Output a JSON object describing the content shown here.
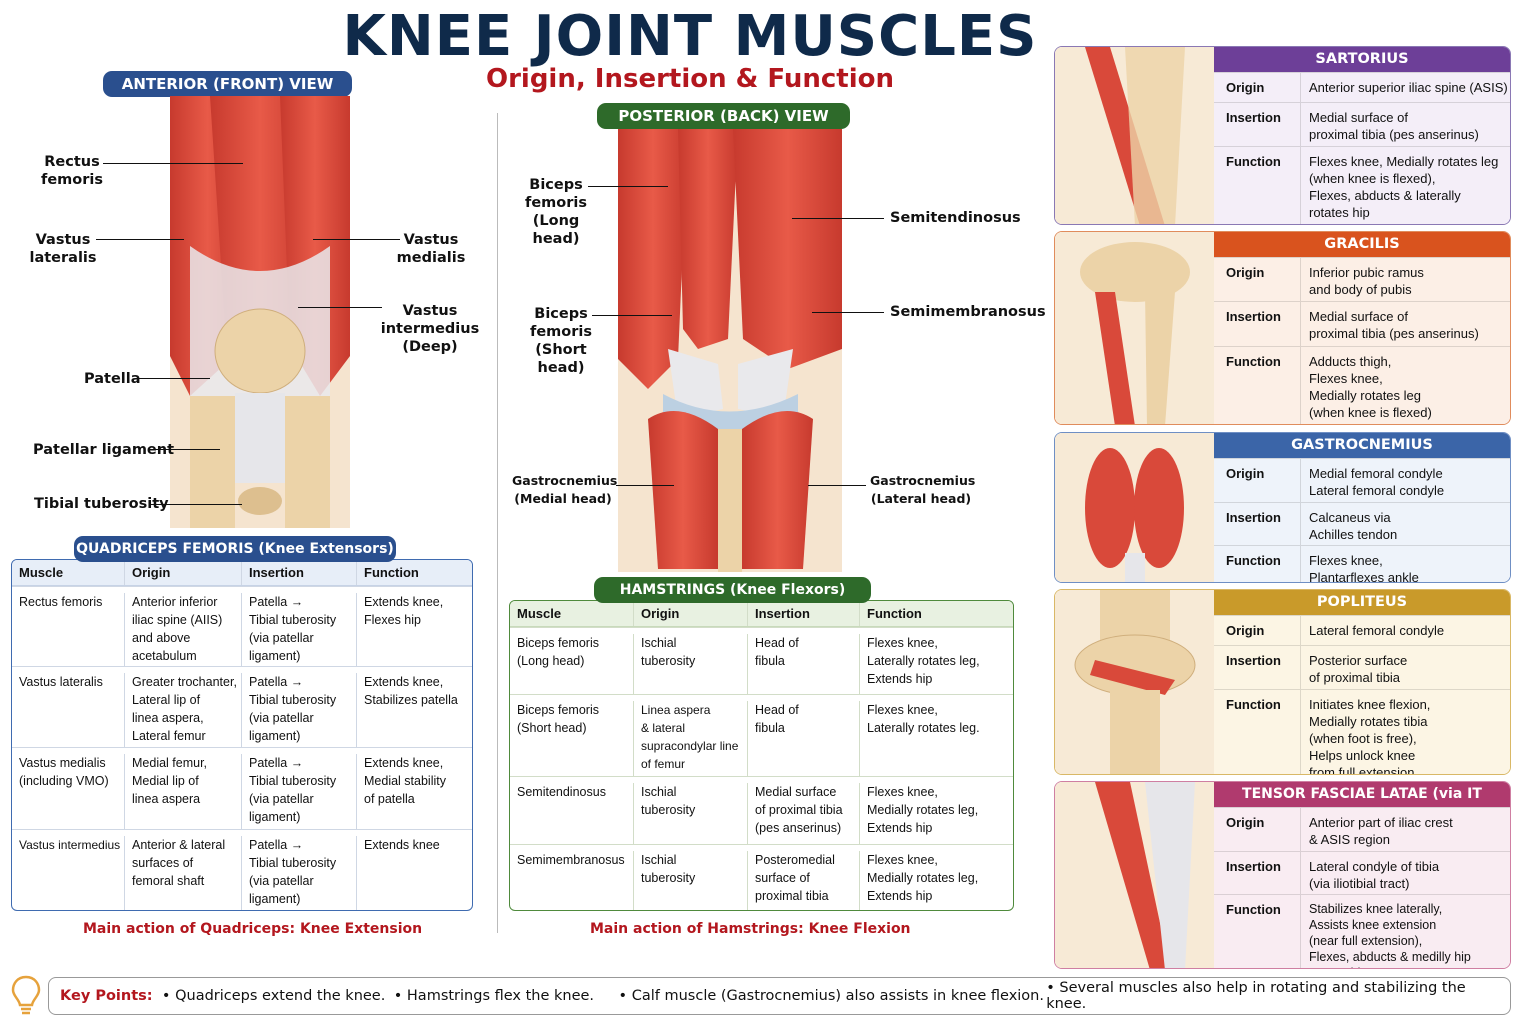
{
  "header": {
    "title": "KNEE JOINT MUSCLES",
    "subtitle": "Origin, Insertion & Function"
  },
  "anterior": {
    "view_label": "ANTERIOR (FRONT) VIEW",
    "labels": {
      "rectus": "Rectus\nfemoris",
      "vlat": "Vastus\nlateralis",
      "vmed": "Vastus\nmedialis",
      "vint": "Vastus\nintermedius\n(Deep)",
      "patella": "Patella",
      "patlig": "Patellar ligament",
      "tibtub": "Tibial tuberosity"
    }
  },
  "posterior": {
    "view_label": "POSTERIOR (BACK) VIEW",
    "labels": {
      "bflong": "Biceps\nfemoris\n(Long head)",
      "bfshort": "Biceps\nfemoris\n(Short head)",
      "semit": "Semitendinosus",
      "semim": "Semimembranosus",
      "gmed": "Gastrocnemius\n(Medial head)",
      "glat": "Gastrocnemius\n(Lateral head)"
    }
  },
  "quad_table": {
    "title": "QUADRICEPS FEMORIS (Knee Extensors)",
    "headers": [
      "Muscle",
      "Origin",
      "Insertion",
      "Function"
    ],
    "rows": [
      [
        "Rectus femoris",
        "Anterior inferior\niliac spine (AIIS)\nand above\nacetabulum",
        "Patella →\nTibial tuberosity\n(via patellar\nligament)",
        "Extends knee,\nFlexes hip"
      ],
      [
        "Vastus lateralis",
        "Greater trochanter,\nLateral lip of\nlinea aspera,\nLateral femur",
        "Patella →\nTibial tuberosity\n(via patellar\nligament)",
        "Extends knee,\nStabilizes patella"
      ],
      [
        "Vastus medialis\n(including VMO)",
        "Medial femur,\nMedial lip of\nlinea aspera",
        "Patella →\nTibial tuberosity\n(via patellar\nligament)",
        "Extends knee,\nMedial stability\nof patella"
      ],
      [
        "Vastus intermedius",
        "Anterior & lateral\nsurfaces of\nfemoral shaft",
        "Patella →\nTibial tuberosity\n(via patellar\nligament)",
        "Extends knee"
      ]
    ],
    "caption": "Main action of Quadriceps: Knee Extension"
  },
  "ham_table": {
    "title": "HAMSTRINGS (Knee Flexors)",
    "headers": [
      "Muscle",
      "Origin",
      "Insertion",
      "Function"
    ],
    "rows": [
      [
        "Biceps femoris\n(Long head)",
        "Ischial\ntuberosity",
        "Head of\nfibula",
        "Flexes knee,\nLaterally rotates leg,\nExtends hip"
      ],
      [
        "Biceps femoris\n(Short head)",
        "Linea aspera\n& lateral\nsupracondylar line\nof femur",
        "Head of\nfibula",
        "Flexes knee,\nLaterally rotates leg."
      ],
      [
        "Semitendinosus",
        "Ischial\ntuberosity",
        "Medial surface\nof proximal tibia\n(pes anserinus)",
        "Flexes knee,\nMedially rotates leg,\nExtends hip"
      ],
      [
        "Semimembranosus",
        "Ischial\ntuberosity",
        "Posteromedial\nsurface of\nproximal tibia",
        "Flexes knee,\nMedially rotates leg,\nExtends hip"
      ]
    ],
    "caption": "Main action of Hamstrings: Knee Flexion"
  },
  "cards": [
    {
      "title": "SARTORIUS",
      "color": "#6d3f98",
      "rows": [
        {
          "k": "Origin",
          "v": "Anterior superior iliac spine (ASIS)"
        },
        {
          "k": "Insertion",
          "v": "Medial surface of\nproximal tibia (pes anserinus)"
        },
        {
          "k": "Function",
          "v": "Flexes knee, Medially rotates leg\n(when knee is flexed),\nFlexes, abducts & laterally\nrotates hip"
        }
      ]
    },
    {
      "title": "GRACILIS",
      "color": "#d9531e",
      "rows": [
        {
          "k": "Origin",
          "v": "Inferior pubic ramus\nand body of pubis"
        },
        {
          "k": "Insertion",
          "v": "Medial surface of\nproximal tibia (pes anserinus)"
        },
        {
          "k": "Function",
          "v": "Adducts thigh,\nFlexes knee,\nMedially rotates leg\n(when knee is flexed)"
        }
      ]
    },
    {
      "title": "GASTROCNEMIUS",
      "color": "#3b65a8",
      "rows": [
        {
          "k": "Origin",
          "v": "Medial femoral condyle\nLateral femoral condyle"
        },
        {
          "k": "Insertion",
          "v": "Calcaneus via\nAchilles tendon"
        },
        {
          "k": "Function",
          "v": "Flexes knee,\nPlantarflexes ankle"
        }
      ]
    },
    {
      "title": "POPLITEUS",
      "color": "#c99a2a",
      "rows": [
        {
          "k": "Origin",
          "v": "Lateral femoral condyle"
        },
        {
          "k": "Insertion",
          "v": "Posterior surface\nof proximal tibia"
        },
        {
          "k": "Function",
          "v": "Initiates knee flexion,\nMedially rotates tibia\n(when foot is free),\nHelps unlock knee\nfrom full extension"
        }
      ]
    },
    {
      "title": "TENSOR FASCIAE LATAE (via IT BAND)",
      "color": "#b03a6e",
      "rows": [
        {
          "k": "Origin",
          "v": "Anterior part of iliac crest\n& ASIS region"
        },
        {
          "k": "Insertion",
          "v": "Lateral condyle of tibia\n(via iliotibial tract)"
        },
        {
          "k": "Function",
          "v": "Stabilizes knee laterally,\nAssists knee extension\n(near full extension),\nFlexes, abducts & medilly hip\nrotates hip"
        }
      ]
    }
  ],
  "key_points": {
    "title": "Key Points:",
    "items": [
      "Quadriceps extend the knee.",
      "Hamstrings flex the knee.",
      "Calf muscle (Gastrocnemius) also assists in knee flexion.",
      "Several muscles also help in rotating and stabilizing the knee."
    ]
  },
  "colors": {
    "muscle": "#d9493a",
    "bone": "#ecd3a8",
    "tendon": "#e8e8ea"
  }
}
